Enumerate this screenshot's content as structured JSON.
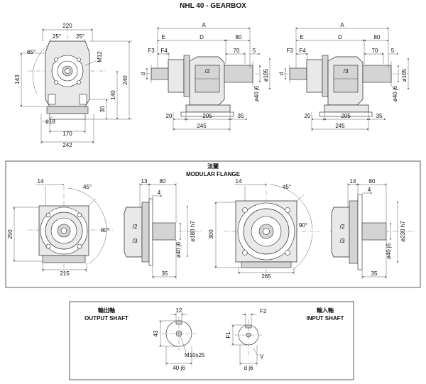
{
  "title": "NHL 40 - GEARBOX",
  "gearbox_front": {
    "dims": {
      "width_top": "220",
      "angle_left": "25°",
      "angle_right": "25°",
      "angle_side": "65°",
      "thread": "M12",
      "height_left": "143",
      "h30": "30",
      "h140": "140",
      "h240": "240",
      "hole": "ø18",
      "base_inner": "170",
      "base_outer": "242"
    }
  },
  "side_view_1": {
    "dims": {
      "A": "A",
      "E": "E",
      "D": "D",
      "d80": "80",
      "F3": "F3",
      "F4": "F4",
      "d70": "70",
      "d5": "5",
      "d": "d",
      "ratio": "/2",
      "shaft": "ø40 j6",
      "flange": "ø105",
      "b20": "20",
      "b205": "205",
      "b35": "35",
      "b245": "245"
    }
  },
  "side_view_2": {
    "dims": {
      "A": "A",
      "E": "E",
      "D": "D",
      "d80": "80",
      "F3": "F3",
      "F4": "F4",
      "d70": "70",
      "d5": "5",
      "d": "d",
      "ratio": "/3",
      "shaft": "ø40 j6",
      "flange": "ø105",
      "b20": "20",
      "b205": "205",
      "b35": "35",
      "b245": "245"
    }
  },
  "modular_flange": {
    "title_cn": "法蘭",
    "title_en": "MODULAR FLANGE",
    "small": {
      "d14": "14",
      "angle": "45°",
      "height": "250",
      "angle90": "90°",
      "width": "215"
    },
    "small_side": {
      "d13": "13",
      "d80": "80",
      "d4": "4",
      "r2": "/2",
      "r3": "/3",
      "pilot": "ø180 h7",
      "shaft": "ø40 j6",
      "d35": "35"
    },
    "large": {
      "d14": "14",
      "angle": "45°",
      "height": "300",
      "angle90": "90°",
      "width": "265"
    },
    "large_side": {
      "d14": "14",
      "d80": "80",
      "d4": "4",
      "r2": "/2",
      "r3": "/3",
      "pilot": "ø230 h7",
      "shaft": "ø40 j6",
      "d35": "35"
    }
  },
  "shafts": {
    "output_cn": "輸出軸",
    "output_en": "OUTPUT SHAFT",
    "input_cn": "輸入軸",
    "input_en": "INPUT SHAFT",
    "out": {
      "key": "12",
      "h43": "43",
      "thread": "M10x25",
      "dia": "40 j6"
    },
    "inp": {
      "f2": "F2",
      "f1": "F1",
      "v": "V",
      "dia": "d j6"
    }
  }
}
